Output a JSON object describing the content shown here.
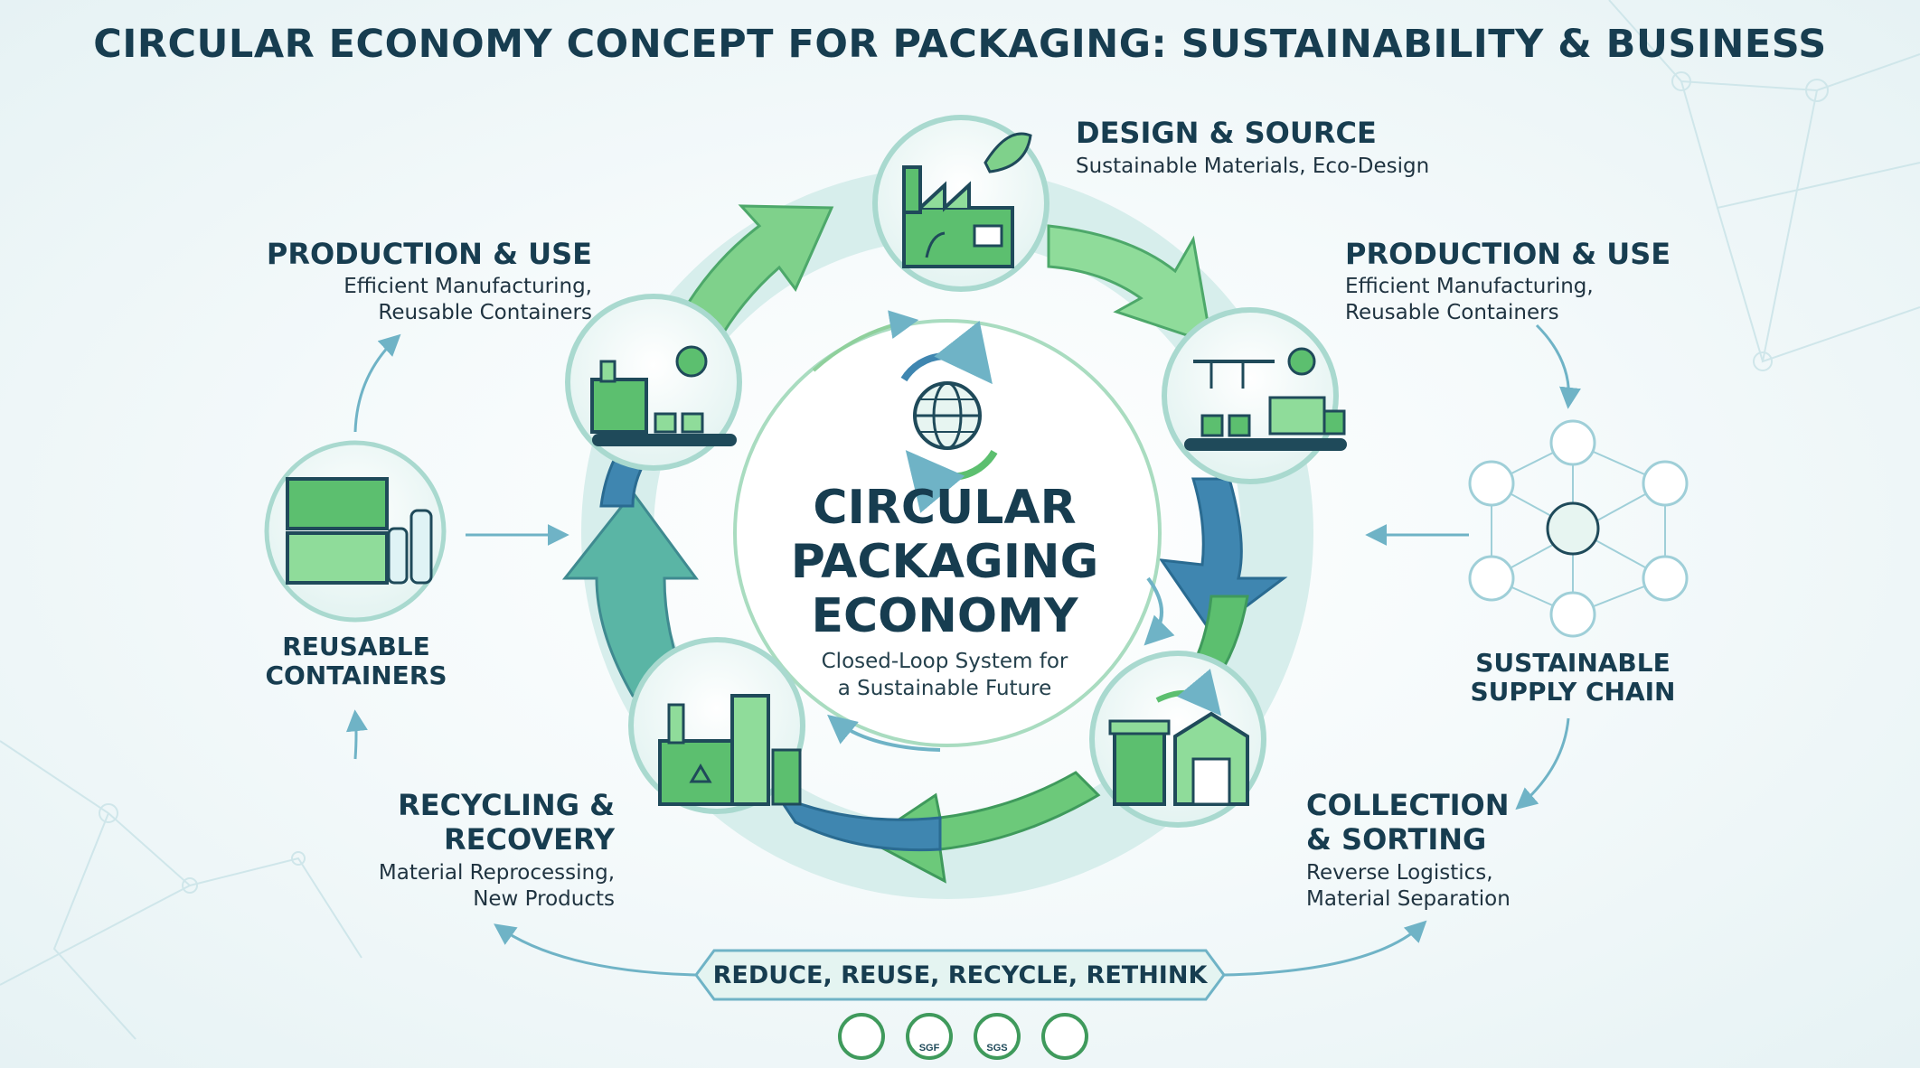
{
  "title": "CIRCULAR ECONOMY CONCEPT FOR PACKAGING: SUSTAINABILITY & BUSINESS",
  "center": {
    "title_lines": [
      "CIRCULAR",
      "PACKAGING",
      "ECONOMY"
    ],
    "subtitle_lines": [
      "Closed-Loop System for",
      "a Sustainable Future"
    ]
  },
  "stages": {
    "design": {
      "title": "DESIGN & SOURCE",
      "subtitle": "Sustainable Materials, Eco-Design"
    },
    "production_right": {
      "title": "PRODUCTION & USE",
      "subtitle_lines": [
        "Efficient Manufacturing,",
        "Reusable Containers"
      ]
    },
    "production_left": {
      "title": "PRODUCTION & USE",
      "subtitle_lines": [
        "Efficient Manufacturing,",
        "Reusable Containers"
      ]
    },
    "supply_chain": {
      "title_lines": [
        "SUSTAINABLE",
        "SUPPLY CHAIN"
      ]
    },
    "collection": {
      "title_lines": [
        "COLLECTION",
        "& SORTING"
      ],
      "subtitle_lines": [
        "Reverse Logistics,",
        "Material Separation"
      ]
    },
    "recycling": {
      "title_lines": [
        "RECYCLING &",
        "RECOVERY"
      ],
      "subtitle_lines": [
        "Material Reprocessing,",
        "New Products"
      ]
    },
    "reusable": {
      "title_lines": [
        "REUSABLE",
        "CONTAINERS"
      ]
    }
  },
  "banner": "REDUCE, REUSE, RECYCLE, RETHINK",
  "badges": [
    "SGF",
    "SGS"
  ],
  "colors": {
    "navy": "#173d50",
    "green": "#5cbf6f",
    "green_light": "#9be0a3",
    "blue": "#3f86b0",
    "teal_line": "#6fb3c6",
    "icon_green": "#4fb36a",
    "icon_dark": "#1f4a5a"
  },
  "icons": [
    "factory-leaf-icon",
    "conveyor-truck-icon",
    "recycling-bin-warehouse-icon",
    "recycling-plant-icon",
    "factory-conveyor-gear-icon",
    "globe-cycle-icon",
    "crate-bottles-icon",
    "supply-network-icon"
  ]
}
